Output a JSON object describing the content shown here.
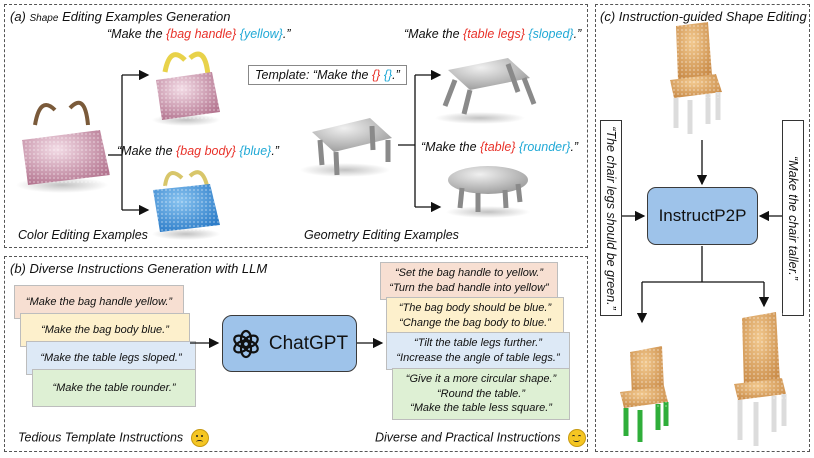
{
  "panel_a": {
    "title_prefix": "(a)",
    "title_small": "Shape",
    "title_rest": "Editing Examples Generation",
    "q1": {
      "pre": "“Make the ",
      "part": "{bag handle}",
      "attr": "{yellow}",
      "post": ".”"
    },
    "q2": {
      "pre": "“Make the ",
      "part": "{bag body}",
      "attr": "{blue}",
      "post": ".”"
    },
    "template": {
      "pre": "Template: “Make the ",
      "part": "{}",
      "attr": "{}",
      "post": ".”"
    },
    "q3": {
      "pre": "“Make the ",
      "part": "{table legs}",
      "attr": "{sloped}",
      "post": ".”"
    },
    "q4": {
      "pre": "“Make the ",
      "part": "{table}",
      "attr": "{rounder}",
      "post": ".”"
    },
    "color_label": "Color Editing Examples",
    "geometry_label": "Geometry Editing Examples"
  },
  "panel_b": {
    "title": "(b) Diverse Instructions Generation with LLM",
    "template_cards": [
      "“Make the bag handle yellow.”",
      "“Make the bag body blue.”",
      "“Make the table legs sloped.”",
      "“Make the table rounder.”"
    ],
    "chatgpt_label": "ChatGPT",
    "diverse_cards": [
      [
        "“Set the bag handle to yellow.”",
        "“Turn the bad handle into yellow”"
      ],
      [
        "“The bag body should be blue.”",
        "“Change the bag body to blue.”"
      ],
      [
        "“Tilt the table legs further.”",
        "“Increase the angle of table legs.”"
      ],
      [
        "“Give it a more circular shape.”",
        "“Round the table.”",
        "“Make the table less square.”"
      ]
    ],
    "tedious_label": "Tedious Template Instructions",
    "diverse_label": "Diverse and Practical Instructions"
  },
  "panel_c": {
    "title": "(c) Instruction-guided Shape Editing",
    "left_instruction": "“The chair legs should be green.”",
    "right_instruction": "“Make the chair taller.”",
    "model_label": "InstructP2P"
  },
  "colors": {
    "accent_red": "#e8322a",
    "accent_cyan": "#21a9d6",
    "box_blue": "#9ec3ea"
  }
}
